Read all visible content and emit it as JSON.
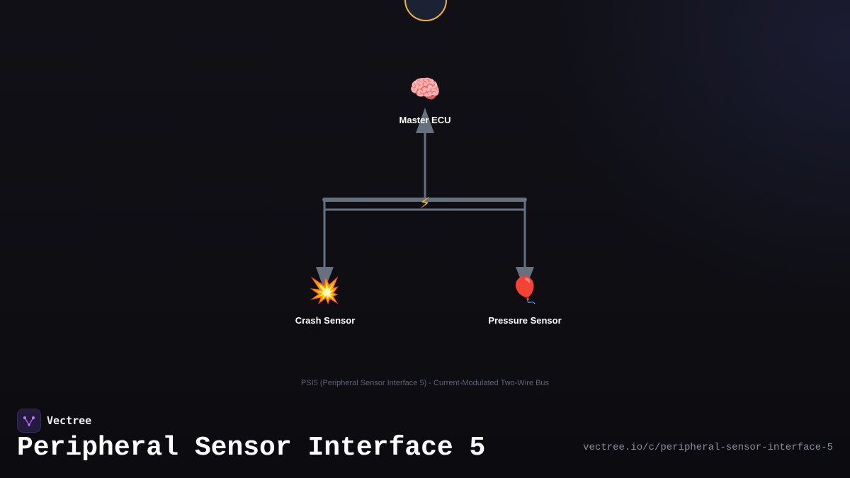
{
  "diagram": {
    "nodes": [
      {
        "id": "master",
        "label": "Master ECU",
        "icon": "brain-icon",
        "glyph": "🧠"
      },
      {
        "id": "crash",
        "label": "Crash Sensor",
        "icon": "collision-icon",
        "glyph": "💥"
      },
      {
        "id": "pressure",
        "label": "Pressure Sensor",
        "icon": "balloon-icon",
        "glyph": "🎈"
      }
    ],
    "bus": {
      "icon": "lightning-icon",
      "glyph": "⚡"
    },
    "caption": "PSI5 (Peripheral Sensor Interface 5) - Current-Modulated Two-Wire Bus",
    "colors": {
      "connector": "#66707f",
      "top_ring": "#f2b534",
      "background": "#0e0e13"
    }
  },
  "brand": {
    "name": "Vectree"
  },
  "footer": {
    "title": "Peripheral Sensor Interface 5",
    "url": "vectree.io/c/peripheral-sensor-interface-5"
  }
}
